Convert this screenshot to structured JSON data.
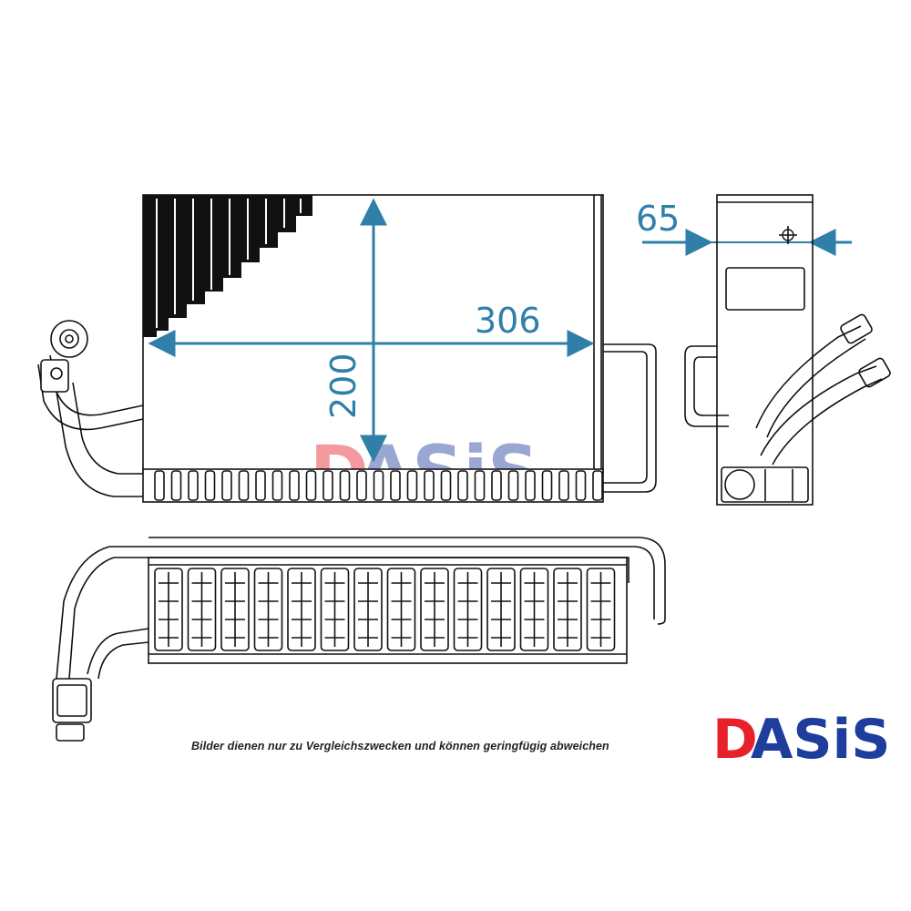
{
  "dimensions": {
    "width_label": "306",
    "height_label": "200",
    "depth_label": "65"
  },
  "brand": {
    "name": "DASiS",
    "letter_1": "D",
    "letters_rest": "ASiS",
    "color_red": "#e8202a",
    "color_blue": "#1e3d9c"
  },
  "disclaimer": "Bilder dienen nur zu Vergleichszwecken und können geringfügig abweichen",
  "colors": {
    "dimension_line": "#2f7fa8",
    "line_art": "#111111"
  }
}
